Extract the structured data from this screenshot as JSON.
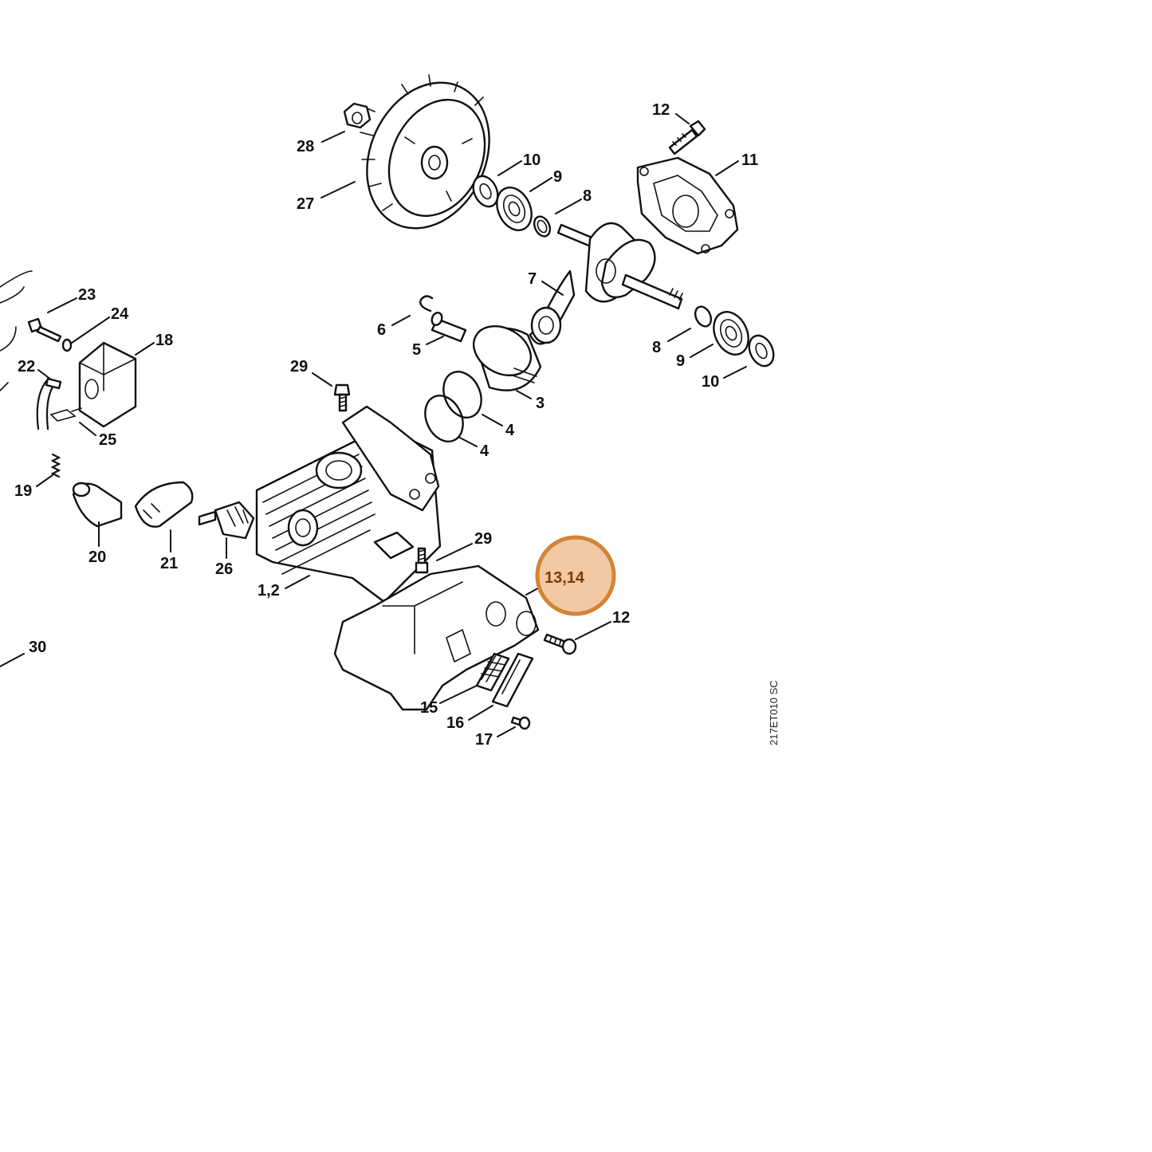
{
  "diagram": {
    "drawing_code": "217ET010 SC",
    "highlighted_label": "13,14",
    "highlight_color": "#d2843a",
    "highlight_fill": "#f2c9a2",
    "callouts": [
      {
        "id": "c28",
        "label": "28"
      },
      {
        "id": "c27",
        "label": "27"
      },
      {
        "id": "c10a",
        "label": "10"
      },
      {
        "id": "c9a",
        "label": "9"
      },
      {
        "id": "c8a",
        "label": "8"
      },
      {
        "id": "c12a",
        "label": "12"
      },
      {
        "id": "c11",
        "label": "11"
      },
      {
        "id": "c7",
        "label": "7"
      },
      {
        "id": "c8b",
        "label": "8"
      },
      {
        "id": "c9b",
        "label": "9"
      },
      {
        "id": "c10b",
        "label": "10"
      },
      {
        "id": "c6",
        "label": "6"
      },
      {
        "id": "c5",
        "label": "5"
      },
      {
        "id": "c3",
        "label": "3"
      },
      {
        "id": "c4a",
        "label": "4"
      },
      {
        "id": "c4b",
        "label": "4"
      },
      {
        "id": "c23",
        "label": "23"
      },
      {
        "id": "c24",
        "label": "24"
      },
      {
        "id": "c18",
        "label": "18"
      },
      {
        "id": "c22",
        "label": "22"
      },
      {
        "id": "c25",
        "label": "25"
      },
      {
        "id": "c29a",
        "label": "29"
      },
      {
        "id": "c29b",
        "label": "29"
      },
      {
        "id": "c19",
        "label": "19"
      },
      {
        "id": "c20",
        "label": "20"
      },
      {
        "id": "c21",
        "label": "21"
      },
      {
        "id": "c26",
        "label": "26"
      },
      {
        "id": "c12",
        "label": "1,2"
      },
      {
        "id": "c12b",
        "label": "12"
      },
      {
        "id": "c15",
        "label": "15"
      },
      {
        "id": "c16",
        "label": "16"
      },
      {
        "id": "c17",
        "label": "17"
      },
      {
        "id": "c30",
        "label": "30"
      }
    ]
  }
}
